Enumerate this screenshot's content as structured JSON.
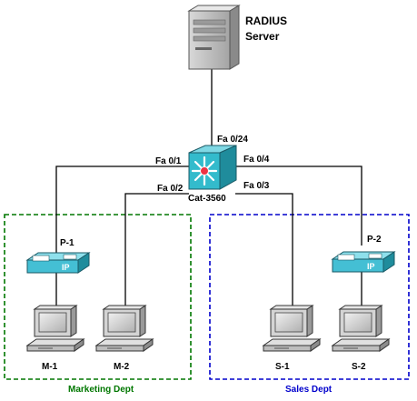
{
  "server": {
    "label_line1": "RADIUS",
    "label_line2": "Server"
  },
  "switch": {
    "label": "Cat-3560"
  },
  "ports": {
    "uplink": "Fa 0/24",
    "p1": "Fa 0/1",
    "m2": "Fa 0/2",
    "p2": "Fa 0/4",
    "s1": "Fa 0/3"
  },
  "phones": {
    "p1": "P-1",
    "p2": "P-2",
    "ip_text": "IP"
  },
  "pcs": {
    "m1": "M-1",
    "m2": "M-2",
    "s1": "S-1",
    "s2": "S-2"
  },
  "departments": {
    "marketing": "Marketing Dept",
    "sales": "Sales Dept"
  },
  "colors": {
    "marketing": "#007700",
    "sales": "#0000cc",
    "switch_fill": "#33bbcc",
    "phone_fill": "#44bfd4",
    "server_fill": "#b8b8b8",
    "pc_fill": "#d4d4d4",
    "hub_center": "#ee3344"
  }
}
